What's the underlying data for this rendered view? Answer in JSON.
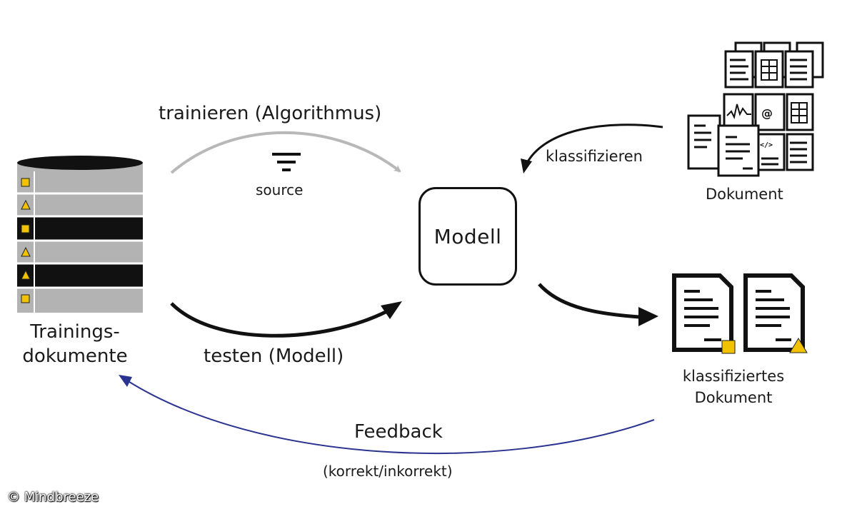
{
  "diagram": {
    "model_label": "Modell",
    "train_label": "trainieren (Algorithmus)",
    "source_label": "source",
    "test_label": "testen (Modell)",
    "training_docs_line1": "Trainings-",
    "training_docs_line2": "dokumente",
    "classify_label": "klassifizieren",
    "document_label": "Dokument",
    "classified_line1": "klassifiziertes",
    "classified_line2": "Dokument",
    "feedback_label": "Feedback",
    "feedback_sub": "(korrekt/inkorrekt)",
    "copyright": "© Mindbreeze"
  },
  "colors": {
    "train_arrow": "#b8b8b8",
    "feedback_arrow": "#2b3390",
    "accent": "#f2c200",
    "stripe_dark": "#111111",
    "stripe_light": "#b3b3b3"
  },
  "icons": [
    "database-icon",
    "filter-icon",
    "document-stack-icon",
    "classified-document-icon"
  ]
}
